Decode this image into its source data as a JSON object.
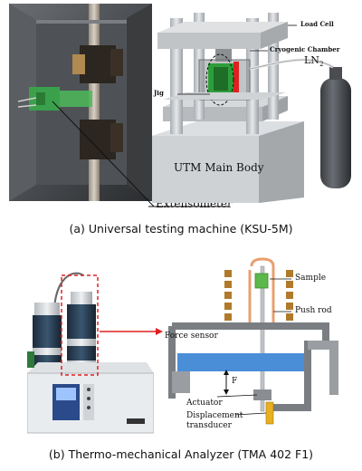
{
  "figure_a": {
    "caption": "(a) Universal testing machine (KSU-5M)",
    "labels": {
      "load_cell": "Load Cell",
      "cryogenic_chamber": "Cryogenic Chamber",
      "ln2": "LN",
      "ln2_sub": "2",
      "jig": "Jig",
      "utm_main_body": "UTM Main Body",
      "extensometer": "Extensometer"
    }
  },
  "figure_b": {
    "caption": "(b) Thermo-mechanical Analyzer (TMA 402 F1)",
    "labels": {
      "sample": "Sample",
      "push_rod": "Push rod",
      "force_sensor": "Force sensor",
      "f": "F",
      "actuator": "Actuator",
      "displacement_transducer_1": "Displacement",
      "displacement_transducer_2": "transducer"
    }
  },
  "colors": {
    "jig_green": "#2e9e3a",
    "push_rod_orange": "#e8a070",
    "force_sensor_blue": "#4a8ed8",
    "furnace_brown": "#b07a2a",
    "highlight_red": "#e02020"
  }
}
